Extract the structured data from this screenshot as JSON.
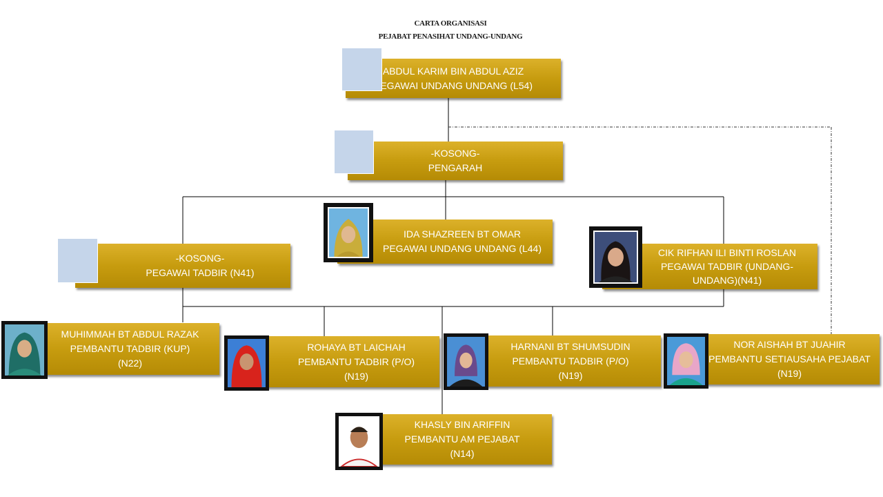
{
  "header": {
    "title": "CARTA ORGANISASI",
    "subtitle": "PEJABAT PENASIHAT UNDANG-UNDANG"
  },
  "nodes": {
    "top": {
      "name": "ABDUL KARIM BIN ABDUL AZIZ",
      "role": "PEGAWAI UNDANG UNDANG (L54)"
    },
    "pengarah": {
      "name": "-KOSONG-",
      "role": "PENGARAH"
    },
    "ida": {
      "name": "IDA SHAZREEN BT OMAR",
      "role": "PEGAWAI UNDANG UNDANG (L44)"
    },
    "kosong_n41": {
      "name": "-KOSONG-",
      "role": "PEGAWAI TADBIR (N41)"
    },
    "rifhan": {
      "name": "CIK RIFHAN ILI BINTI ROSLAN",
      "role": "PEGAWAI TADBIR  (UNDANG-",
      "role2": "UNDANG)(N41)"
    },
    "muhimmah": {
      "name": "MUHIMMAH  BT ABDUL RAZAK",
      "role": "PEMBANTU TADBIR (KUP)",
      "grade": "(N22)"
    },
    "rohaya": {
      "name": "ROHAYA BT LAICHAH",
      "role": "PEMBANTU TADBIR (P/O)",
      "grade": "(N19)"
    },
    "harnani": {
      "name": "HARNANI BT SHUMSUDIN",
      "role": "PEMBANTU TADBIR (P/O)",
      "grade": "(N19)"
    },
    "noraishah": {
      "name": "NOR AISHAH BT JUAHIR",
      "role": "PEMBANTU SETIAUSAHA PEJABAT",
      "grade": "(N19)"
    },
    "khasly": {
      "name": "KHASLY BIN ARIFFIN",
      "role": "PEMBANTU AM PEJABAT",
      "grade": "(N14)"
    }
  },
  "colors": {
    "box_gold": "#c79c0f",
    "placeholder": "#c5d5ea",
    "text": "#ffffff"
  }
}
